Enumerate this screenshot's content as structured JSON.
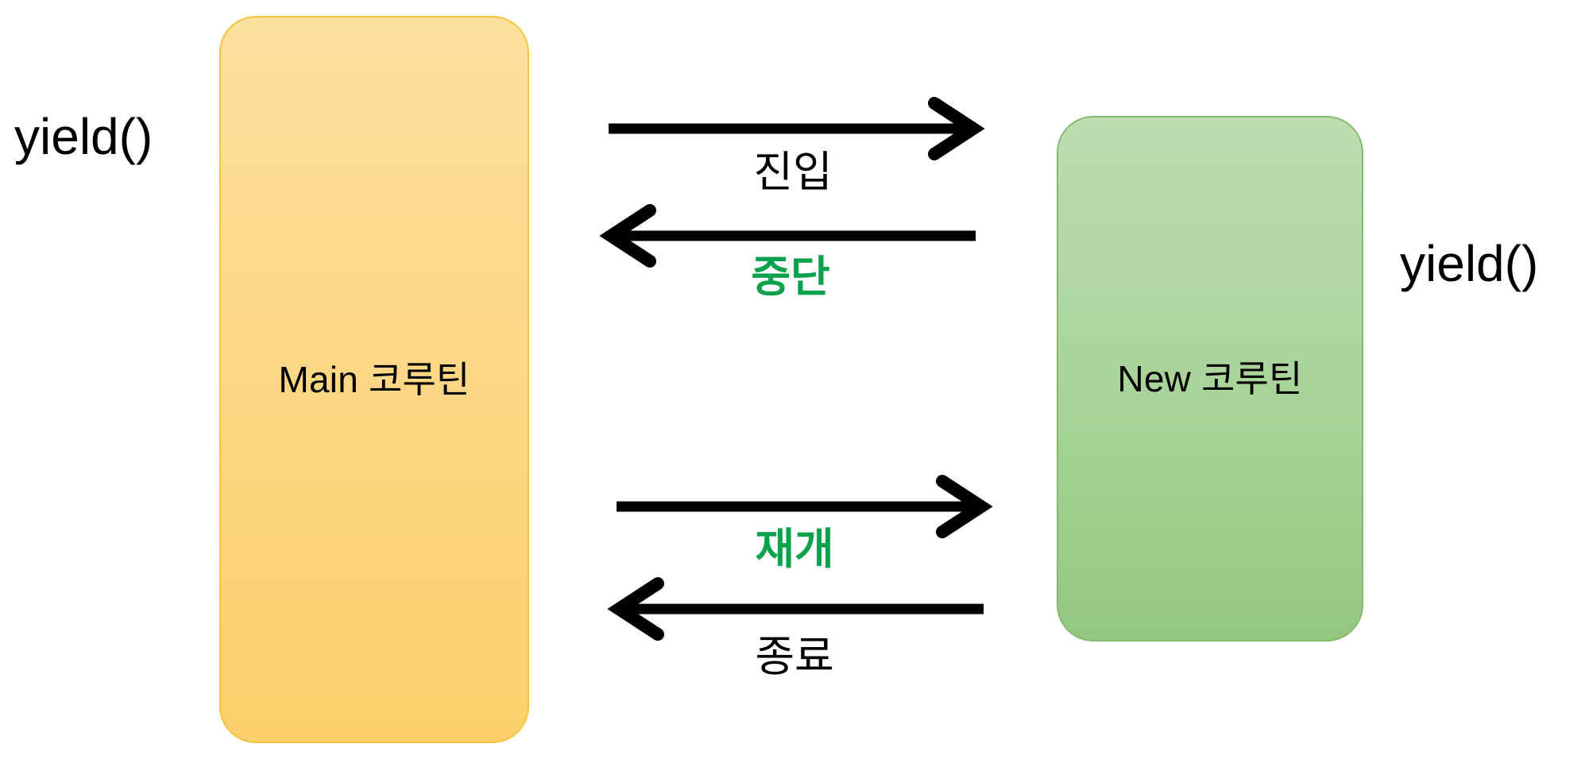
{
  "diagram": {
    "title": "Coroutine yield() control flow",
    "background": "#ffffff",
    "colors": {
      "main_box_fill": "#fcd681",
      "main_box_border": "#f5c43f",
      "new_box_fill": "#a7d398",
      "new_box_border": "#86ba74",
      "arrow": "#000000",
      "accent_green": "#0ba14d",
      "text": "#000000"
    }
  },
  "boxes": [
    {
      "id": "main-coroutine",
      "label": "Main 코루틴",
      "fill": "#fcd681"
    },
    {
      "id": "new-coroutine",
      "label": "New 코루틴",
      "fill": "#a7d398"
    }
  ],
  "captions": [
    {
      "id": "yield-left",
      "text": "yield()"
    },
    {
      "id": "yield-right",
      "text": "yield()"
    }
  ],
  "arrows": [
    {
      "id": "enter",
      "direction": "right",
      "label": "진입",
      "label_color": "#000000",
      "label_bold": false
    },
    {
      "id": "suspend",
      "direction": "left",
      "label": "중단",
      "label_color": "#0ba14d",
      "label_bold": true
    },
    {
      "id": "resume",
      "direction": "right",
      "label": "재개",
      "label_color": "#0ba14d",
      "label_bold": true
    },
    {
      "id": "finish",
      "direction": "left",
      "label": "종료",
      "label_color": "#000000",
      "label_bold": false
    }
  ]
}
